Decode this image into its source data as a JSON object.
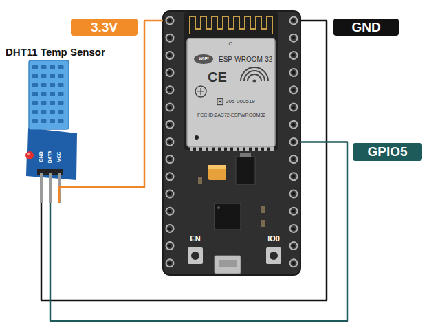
{
  "diagram": {
    "nodes": [
      {
        "text": [
          "DHT11 Temp Sensor",
          "GND",
          "DATA",
          "VCC"
        ]
      },
      {
        "text": [
          "EN",
          "IO0"
        ]
      },
      {
        "text": [
          "C",
          "WiFi",
          "ESP-WROOM-32",
          "CE",
          "R",
          "205-000519",
          "FCC ID:2AC72-ESPWROOM32"
        ],
        "in": 1
      }
    ],
    "edges": [
      {
        "from": 0,
        "to": 1,
        "arrow": "none",
        "label": "3.3V"
      },
      {
        "from": 0,
        "to": 1,
        "arrow": "none",
        "label": "GND"
      },
      {
        "from": 0,
        "to": 1,
        "arrow": "none",
        "label": "GPIO5"
      }
    ]
  }
}
